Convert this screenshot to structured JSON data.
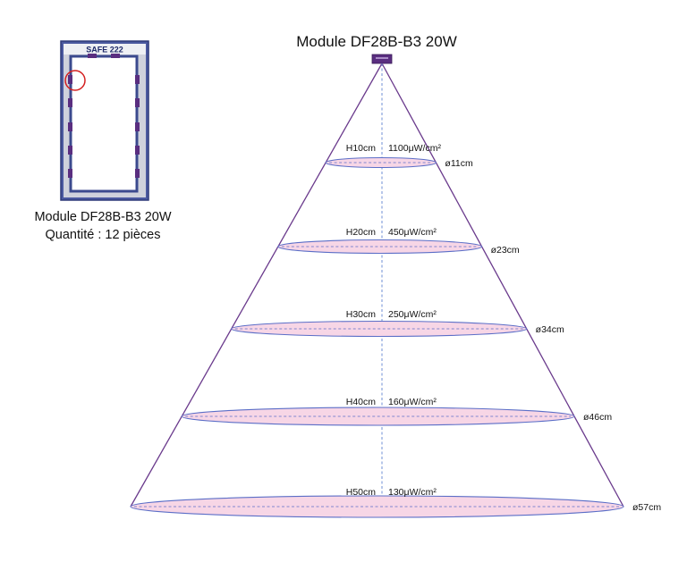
{
  "title": "Module DF28B-B3 20W",
  "cabinet": {
    "label": "SAFE 222"
  },
  "caption": {
    "line1": "Module DF28B-B3 20W",
    "line2": "Quantité : 12 pièces"
  },
  "levels": [
    {
      "height_cm": 10,
      "height_label": "H10cm",
      "intensity_label": "1100μW/cm²",
      "diameter_label": "ø11cm"
    },
    {
      "height_cm": 20,
      "height_label": "H20cm",
      "intensity_label": "450μW/cm²",
      "diameter_label": "ø23cm"
    },
    {
      "height_cm": 30,
      "height_label": "H30cm",
      "intensity_label": "250μW/cm²",
      "diameter_label": "ø34cm"
    },
    {
      "height_cm": 40,
      "height_label": "H40cm",
      "intensity_label": "160μW/cm²",
      "diameter_label": "ø46cm"
    },
    {
      "height_cm": 50,
      "height_label": "H50cm",
      "intensity_label": "130μW/cm²",
      "diameter_label": "ø57cm"
    }
  ],
  "colors": {
    "cone_line": "#6a3a8c",
    "ellipse_fill": "#f7d6e6",
    "ellipse_stroke": "#5b6ec7",
    "axis": "#6f8fd6",
    "module": "#5a2e80",
    "cabinet_frame": "#3b4a8e"
  }
}
